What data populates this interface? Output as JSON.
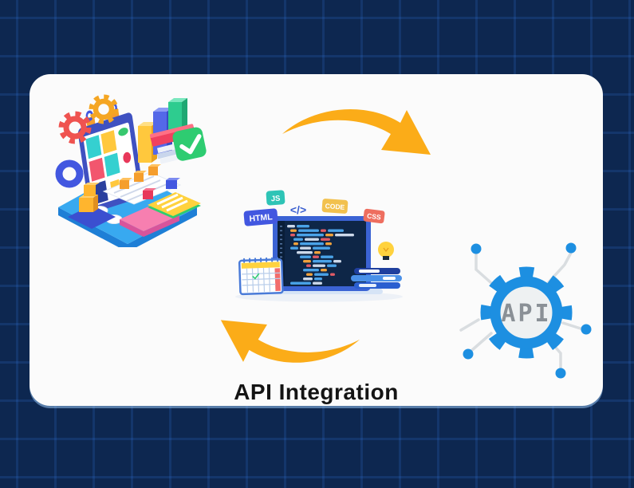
{
  "title": {
    "label": "API Integration"
  },
  "colors": {
    "background": "#0D2750",
    "grid_line": "#2F6CCD",
    "card": "#FBFBFB",
    "arrow": "#FBAC18",
    "gear_blue": "#1D8FE1",
    "api_text": "#8A9096",
    "node_line": "#D9DDE0",
    "screen": "#0E2647",
    "monitor_frame": "#3B63D4"
  },
  "badges": {
    "html": {
      "label": "HTML",
      "color": "#4257E0"
    },
    "js": {
      "label": "JS",
      "color": "#2EC4B6"
    },
    "code": {
      "label": "CODE",
      "color": "#F2C14E"
    },
    "css": {
      "label": "CSS",
      "color": "#EE6E5F"
    },
    "code_glyph": "</>"
  },
  "api_icon": {
    "label": "API"
  }
}
